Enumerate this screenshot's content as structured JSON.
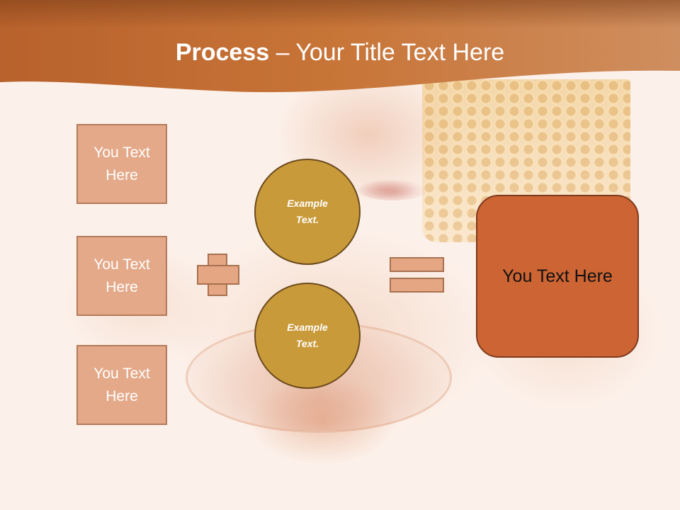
{
  "title": {
    "bold": "Process",
    "dash": " – ",
    "rest": "Your Title Text Here"
  },
  "left_boxes": [
    {
      "line1": "You Text",
      "line2": "Here"
    },
    {
      "line1": "You Text",
      "line2": "Here"
    },
    {
      "line1": "You Text",
      "line2": "Here"
    }
  ],
  "circles": [
    {
      "line1": "Example",
      "line2": "Text."
    },
    {
      "line1": "Example",
      "line2": "Text."
    }
  ],
  "result": {
    "text": "You Text Here"
  },
  "icons": {
    "plus": "plus-sign",
    "equals": "equals-sign"
  },
  "colors": {
    "banner": "#c0703a",
    "box_fill": "#e4a989",
    "circle_fill": "#c99a3a",
    "result_fill": "#cd6433",
    "title_text": "#ffffff"
  }
}
